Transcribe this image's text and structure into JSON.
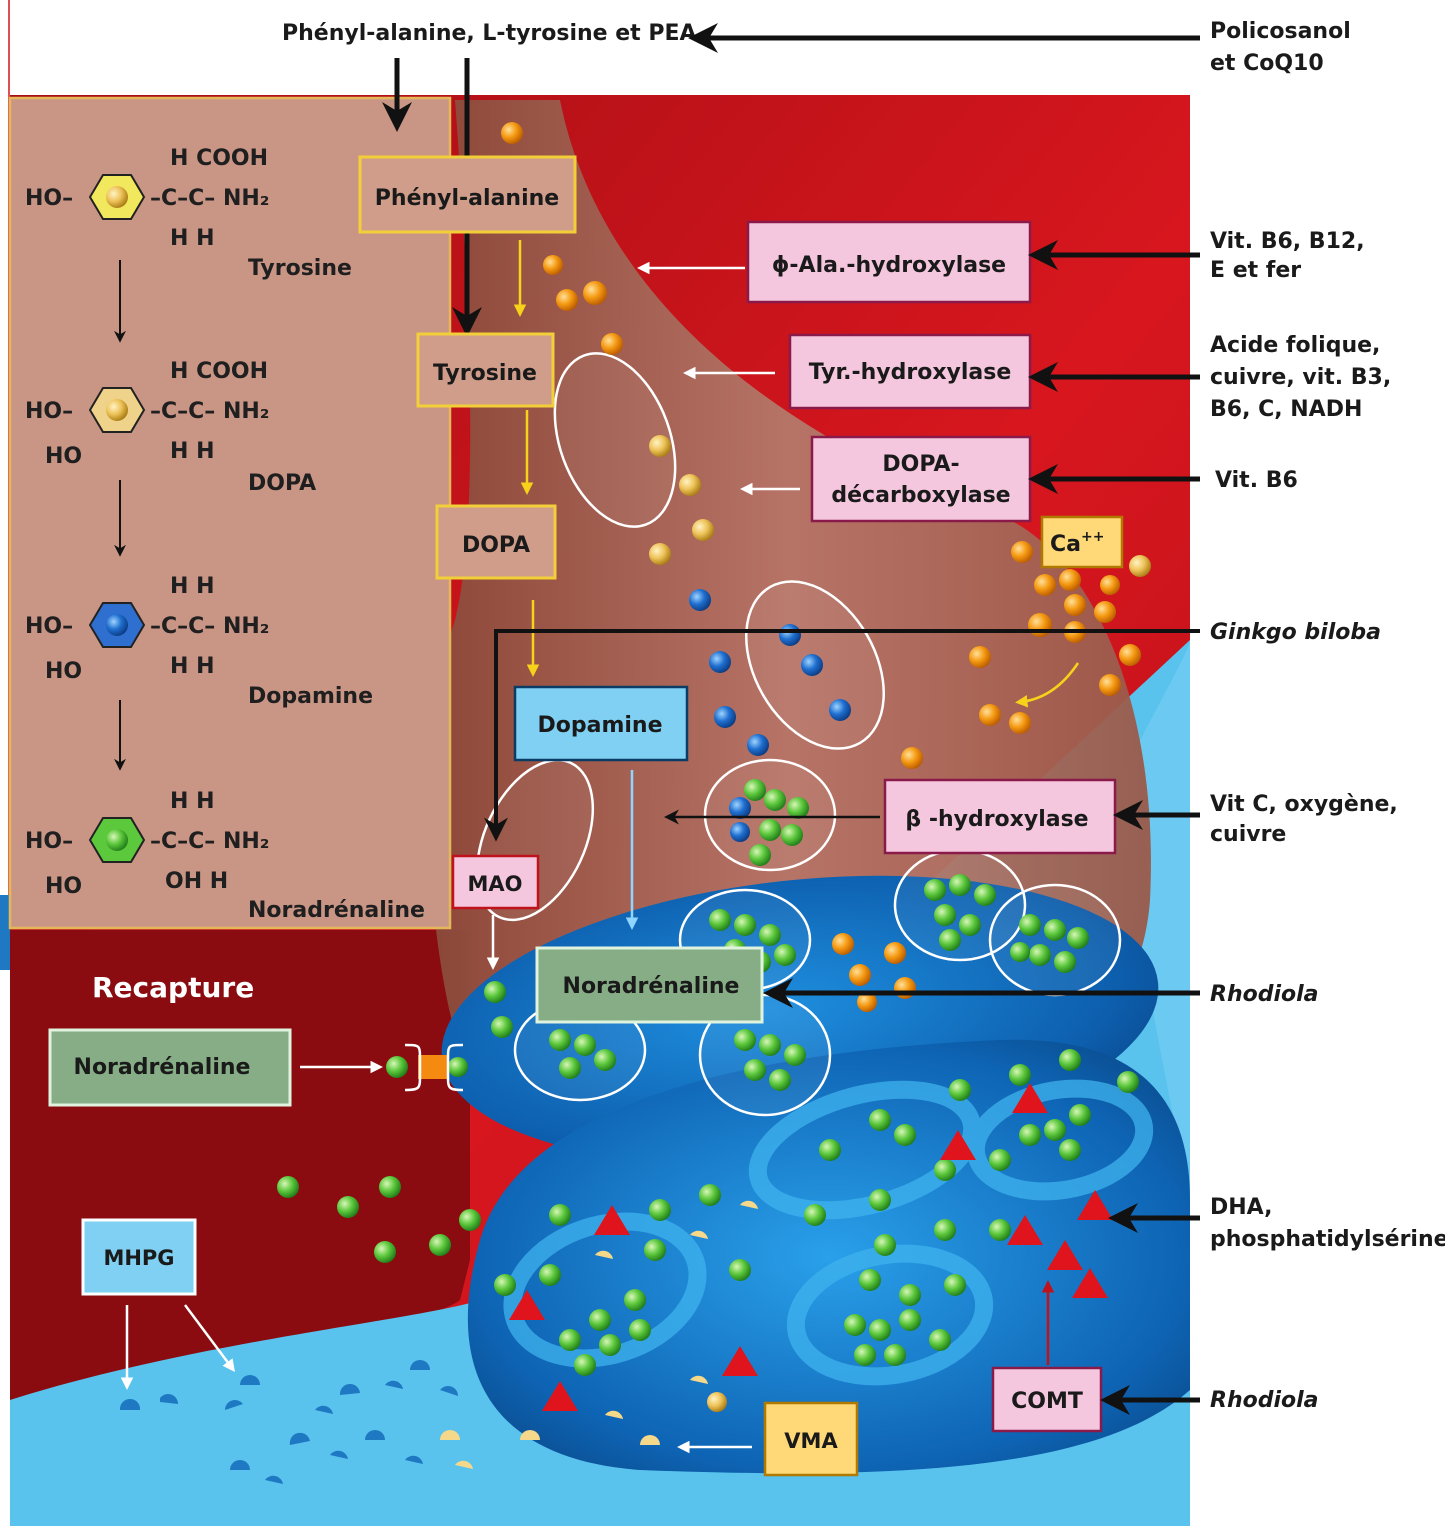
{
  "top_source": "Phényl-alanine, L-tyrosine et PEA",
  "policosanol": [
    "Policosanol",
    "et CoQ10"
  ],
  "chemistry": {
    "tyrosine": {
      "name": "Tyrosine",
      "top": "H  COOH",
      "mid": "HO–",
      "chain": "–C–C– NH₂",
      "bottom": "H  H"
    },
    "dopa": {
      "name": "DOPA",
      "top": "H  COOH",
      "mid": "HO–",
      "ho2": "HO",
      "chain": "–C–C– NH₂",
      "bottom": "H  H"
    },
    "dopamine": {
      "name": "Dopamine",
      "top": "H  H",
      "mid": "HO–",
      "ho2": "HO",
      "chain": "–C–C– NH₂",
      "bottom": "H  H"
    },
    "noradrenaline": {
      "name": "Noradrénaline",
      "top": "H  H",
      "mid": "HO–",
      "ho2": "HO",
      "chain": "–C–C– NH₂",
      "bottom": "OH H"
    }
  },
  "pathway_boxes": {
    "phenylalanine": "Phényl-alanine",
    "tyrosine": "Tyrosine",
    "dopa": "DOPA",
    "dopamine": "Dopamine",
    "mao": "MAO",
    "noradrenaline": "Noradrénaline",
    "recapture_title": "Recapture",
    "recapture_box": "Noradrénaline",
    "mhpg": "MHPG",
    "vma": "VMA",
    "calcium": "Ca",
    "calcium_sup": "++"
  },
  "enzymes": {
    "phe_hydroxylase": "ϕ-Ala.-hydroxylase",
    "tyr_hydroxylase": "Tyr.-hydroxylase",
    "dopa_decarb_1": "DOPA-",
    "dopa_decarb_2": "décarboxylase",
    "beta_hydroxylase": "β -hydroxylase",
    "comt": "COMT"
  },
  "cofactors": {
    "b6_b12": [
      "Vit. B6, B12,",
      "E et fer"
    ],
    "folic": [
      "Acide folique,",
      "cuivre, vit. B3,",
      "B6, C, NADH"
    ],
    "b6": "Vit. B6",
    "ginkgo": "Ginkgo biloba",
    "vitc": [
      "Vit C, oxygène,",
      "cuivre"
    ],
    "rhodiola_1": "Rhodiola",
    "dha": [
      "DHA,",
      "phosphatidylsérine"
    ],
    "rhodiola_2": "Rhodiola"
  },
  "colors": {
    "neuron_red": "#c8101c",
    "dark_red": "#8c0d10",
    "blue": "#1e78c0",
    "light_blue": "#5ec3ee",
    "brown_panel": "#c99686",
    "green_dot": "#5cc83c",
    "orange_dot": "#f59a12",
    "blue_dot": "#1f6fd0",
    "triangle_red": "#e0141c"
  }
}
